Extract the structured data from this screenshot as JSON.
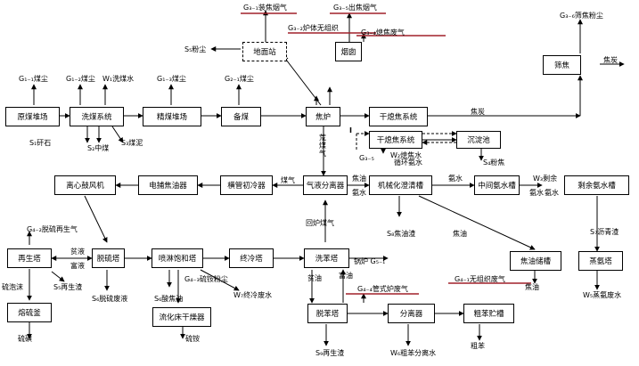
{
  "boxes": {
    "raw_coal_yard": "原煤堆场",
    "coal_washing": "洗煤系统",
    "fine_coal_yard": "精煤堆场",
    "coal_prep": "备煤",
    "coke_oven": "焦炉",
    "ground_station": "地面站",
    "chimney": "烟囱",
    "dry_quench": "干熄焦系统",
    "dry_quench2": "干熄焦系统",
    "settling_tank": "沉淀池",
    "coke_screening": "筛焦",
    "centrifuge_fan": "离心鼓风机",
    "electric_tar": "电捕焦油器",
    "primary_cooler": "横管初冷器",
    "gas_separator": "气液分离器",
    "mech_clarifier": "机械化澄清槽",
    "mid_ammonia_tank": "中间氨水槽",
    "surplus_ammonia_tank": "剩余氨水槽",
    "regen_tower": "再生塔",
    "desulfur_tower": "脱硫塔",
    "spray_saturator": "喷淋饱和塔",
    "final_cooler": "终冷塔",
    "benzene_wash": "洗苯塔",
    "tar_storage": "焦油储槽",
    "ammonia_still": "蒸氨塔",
    "sulfur_kettle": "熔硫釜",
    "fluid_bed_dryer": "流化床干燥器",
    "debenzol_tower": "脱苯塔",
    "separator": "分离器",
    "crude_benzene_tank": "粗苯贮槽"
  },
  "labels": {
    "g11": "G₁₋₁煤尘",
    "g12": "G₁₋₂煤尘",
    "w1": "W₁洗煤水",
    "s1": "S₁矸石",
    "s2": "S₂中煤",
    "s3": "S₃煤泥",
    "g13": "G₁₋₃煤尘",
    "g21": "G₂₋₁煤尘",
    "s5_dust": "S₅粉尘",
    "g31": "G₃₋₁装焦烟气",
    "g35top": "G₃₋₅出焦烟气",
    "g32": "G₃₋₂炉体无组织",
    "g34": "G₃₋₄熄焦废气",
    "g36": "G₃₋₆筛焦粉尘",
    "coke_out": "焦炭",
    "coke_mid": "焦炭",
    "g35": "G₃₋₅",
    "w2": "W₂熄焦水",
    "circ_water": "循环氨水",
    "s4": "S₄粉焦",
    "crude_gas": "荒煤气",
    "gas1": "煤气",
    "tar1": "焦油",
    "ammonia1": "氨水",
    "tar2": "焦油",
    "ammonia2": "氨水",
    "ammonia3": "氨水",
    "w3a": "W₃剩余",
    "w3b": "氨水",
    "g42": "G₄₋₂脱硫再生气",
    "lean": "贫液",
    "rich": "富液",
    "sulfur_foam": "硫泡沫",
    "s5_slag": "S₅再生渣",
    "s6": "S₆脱硫废液",
    "s6b": "S₆酸焦油",
    "g43": "G₄₋₃硫铵粉尘",
    "w7": "W₇终冷废水",
    "return_gas": "回炉煤气",
    "furnace_gas": "锅炉 G₅₋₁",
    "s8": "S₈焦油渣",
    "tar3": "焦油",
    "tar4": "焦油",
    "s7": "S₇沥青渣",
    "w5": "W₅蒸氨废水",
    "sulfur": "硫磺",
    "lean_oil": "贫油",
    "rich_oil": "富油",
    "g44": "G₄₋₄管式炉废气",
    "g41": "G₄₋₁无组织废气",
    "ammonium": "硫铵",
    "s9": "S₉再生渣",
    "w6": "W₆粗苯分离水",
    "crude_benzene": "粗苯",
    "i_mark": "I"
  },
  "colors": {
    "highlight": "#a0202a",
    "line": "#000000"
  }
}
